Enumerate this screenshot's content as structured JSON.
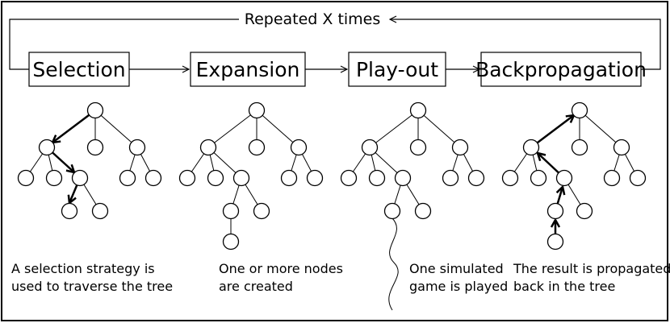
{
  "loop_label": "Repeated X times",
  "stages": [
    {
      "label": "Selection",
      "caption": [
        "A selection strategy is",
        "used to traverse the tree"
      ]
    },
    {
      "label": "Expansion",
      "caption": [
        "One or more nodes",
        "are created"
      ]
    },
    {
      "label": "Play-out",
      "caption": [
        "One simulated",
        "game is played"
      ]
    },
    {
      "label": "Backpropagation",
      "caption": [
        "The result is propagated",
        "back in the tree"
      ]
    }
  ]
}
